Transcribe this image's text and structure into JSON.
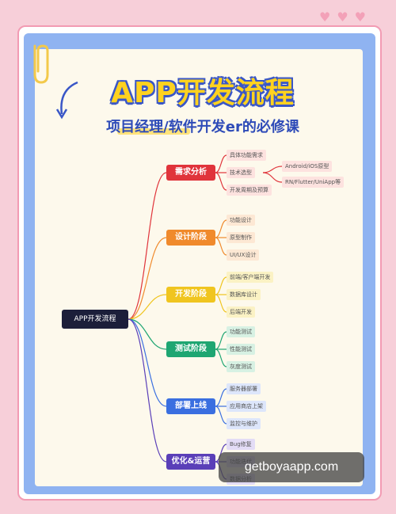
{
  "title": "APP开发流程",
  "subtitle": "项目经理/软件开发er的必修课",
  "root_label": "APP开发流程",
  "stages": [
    {
      "label": "需求分析",
      "color": "#e0343b",
      "leaf_bg": "#fde2df",
      "items": [
        "具体功能需求",
        "技术选型",
        "开发周期及预算"
      ],
      "subitems": [
        "Android/iOS原型",
        "RN/Flutter/UniApp等"
      ]
    },
    {
      "label": "设计阶段",
      "color": "#f08a2c",
      "leaf_bg": "#fde8d4",
      "items": [
        "功能设计",
        "原型制作",
        "UI/UX设计"
      ]
    },
    {
      "label": "开发阶段",
      "color": "#f0c51f",
      "leaf_bg": "#fbf2c4",
      "items": [
        "前端/客户端开发",
        "数据库设计",
        "后端开发"
      ]
    },
    {
      "label": "测试阶段",
      "color": "#1ea672",
      "leaf_bg": "#d7f1e3",
      "items": [
        "功能测试",
        "性能测试",
        "灰度测试"
      ]
    },
    {
      "label": "部署上线",
      "color": "#3a6fe0",
      "leaf_bg": "#dde6fb",
      "items": [
        "服务器部署",
        "应用商店上架",
        "监控与维护"
      ]
    },
    {
      "label": "优化&运营",
      "color": "#5a3fb8",
      "leaf_bg": "#e3dcf6",
      "items": [
        "Bug修复",
        "功能迭代",
        "数据分析"
      ]
    }
  ],
  "watermark": "getboyaapp.com",
  "icons": {
    "hearts": "heart-icon",
    "clip": "paperclip-icon",
    "arrow": "curved-arrow-icon"
  }
}
